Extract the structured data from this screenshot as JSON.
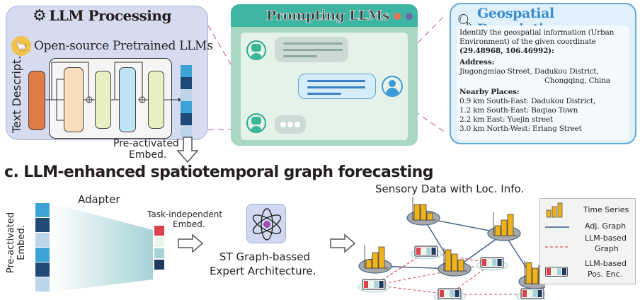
{
  "llm_processing": {
    "title": "LLM Processing",
    "subtitle": "Open-source Pretrained LLMs",
    "input_label": "Text Descript.",
    "output_label_line1": "Pre-activated",
    "output_label_line2": "Embed.",
    "icons": [
      "gear-icon",
      "llama-icon"
    ],
    "colors": {
      "panel": "#d6dbf0",
      "input_block": "#e07b45",
      "block_peach": "#fadcba",
      "block_green": "#e8f0c3",
      "block_blue": "#bfe3f3"
    }
  },
  "prompting": {
    "title": "Prompting LLMs",
    "window_dots": [
      "#e8735a",
      "#6a6aa8"
    ],
    "colors": {
      "titlebar": "#3db5a2",
      "frame": "#a8d8c4",
      "body": "#e5f2ea",
      "user_bubble": "#d5ecfa"
    }
  },
  "geospatial": {
    "title": "Geospatial Description",
    "prompt_line1": "Identify the geospatial information (Urban",
    "prompt_line2": "Environment) of the given coordinate",
    "coordinate": "(29.48968, 106.46992):",
    "address_heading": "Address:",
    "address_line1": "Jiugongmiao Street, Dadukou District,",
    "address_line2": "Chongqing, China",
    "nearby_heading": "Nearby Places:",
    "nearby": [
      "0.9 km South-East: Dadukou District,",
      "1.2 km South-East: Baqiao Town",
      "2.2 km East: Yuejin street",
      "3.0 km North-West: Erlang Street"
    ]
  },
  "part_c": {
    "title": "c. LLM-enhanced spatiotemporal graph forecasting",
    "preactivated_line1": "Pre-activated",
    "preactivated_line2": "Embed.",
    "adapter_label": "Adapter",
    "task_embed_line1": "Task-independent",
    "task_embed_line2": "Embed.",
    "expert_line1": "ST Graph-bassed",
    "expert_line2": "Expert Architecture.",
    "sensory_label": "Sensory Data with Loc. Info.",
    "legend": {
      "time_series": "Time Series",
      "adj_graph": "Adj. Graph",
      "llm_graph_line1": "LLM-based",
      "llm_graph_line2": "Graph",
      "pos_enc_line1": "LLM-based",
      "pos_enc_line2": "Pos. Enc."
    },
    "colors": {
      "bar": "#f0b31a",
      "adj_edge": "#3e5a80",
      "llm_edge": "#e05060",
      "embed_light": "#3ba3d6",
      "embed_dark": "#1f4a78",
      "embed_pale": "#bdd5eb",
      "task_red": "#d9414b",
      "task_mint": "#ecf5ea",
      "task_teal": "#a6d3d6",
      "task_navy": "#1f3a60"
    }
  }
}
